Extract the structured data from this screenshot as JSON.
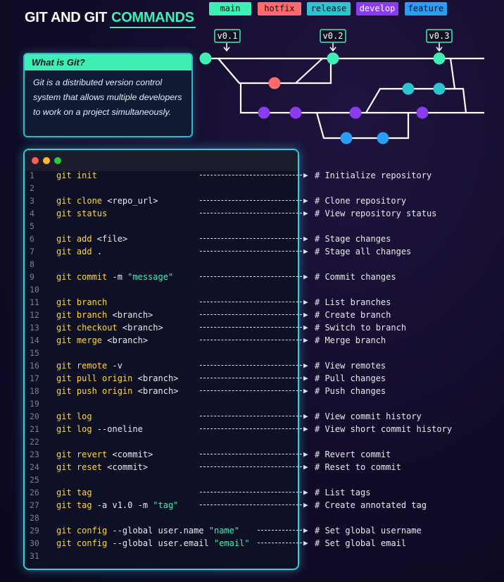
{
  "header": {
    "title_main": "GIT AND GIT",
    "title_highlight": "COMMANDS"
  },
  "branches": [
    {
      "label": "main",
      "color": "#3ff0b4"
    },
    {
      "label": "hotfix",
      "color": "#ff6b6b"
    },
    {
      "label": "release",
      "color": "#2ec4cf"
    },
    {
      "label": "develop",
      "color": "#8a3cf0"
    },
    {
      "label": "feature",
      "color": "#2a9df4"
    }
  ],
  "versions": [
    "v0.1",
    "v0.2",
    "v0.3"
  ],
  "info": {
    "heading": "What is Git?",
    "text": "Git is a distributed version control system that allows multiple developers to work on a project simultaneously."
  },
  "colors": {
    "main": "#3ff0b4",
    "hotfix": "#ff6b6b",
    "release": "#2ec4cf",
    "develop": "#8a3cf0",
    "feature": "#2a9df4",
    "keyword": "#ffd64a",
    "string": "#3ff0b4",
    "border": "#2fd0e0"
  },
  "terminal": {
    "dots": [
      "#ff5f57",
      "#febc2e",
      "#28c840"
    ],
    "rows": [
      {
        "n": "1",
        "kw": "git init",
        "arg": "",
        "str": "",
        "cmt": "# Initialize repository"
      },
      {
        "n": "2"
      },
      {
        "n": "3",
        "kw": "git clone",
        "arg": " <repo_url>",
        "str": "",
        "cmt": "# Clone repository"
      },
      {
        "n": "4",
        "kw": "git status",
        "arg": "",
        "str": "",
        "cmt": "# View repository status"
      },
      {
        "n": "5"
      },
      {
        "n": "6",
        "kw": "git add",
        "arg": " <file>",
        "str": "",
        "cmt": "# Stage changes"
      },
      {
        "n": "7",
        "kw": "git add",
        "arg": " .",
        "str": "",
        "cmt": "# Stage all changes"
      },
      {
        "n": "8"
      },
      {
        "n": "9",
        "kw": "git commit",
        "arg": " -m ",
        "str": "\"message\"",
        "cmt": "# Commit changes"
      },
      {
        "n": "10"
      },
      {
        "n": "11",
        "kw": "git branch",
        "arg": "",
        "str": "",
        "cmt": "# List branches"
      },
      {
        "n": "12",
        "kw": "git branch",
        "arg": " <branch>",
        "str": "",
        "cmt": "# Create branch"
      },
      {
        "n": "13",
        "kw": "git checkout",
        "arg": " <branch>",
        "str": "",
        "cmt": "# Switch to branch"
      },
      {
        "n": "14",
        "kw": "git merge",
        "arg": " <branch>",
        "str": "",
        "cmt": "# Merge branch"
      },
      {
        "n": "15"
      },
      {
        "n": "16",
        "kw": "git remote",
        "arg": " -v",
        "str": "",
        "cmt": "# View remotes"
      },
      {
        "n": "17",
        "kw": "git pull origin",
        "arg": " <branch>",
        "str": "",
        "cmt": "# Pull changes"
      },
      {
        "n": "18",
        "kw": "git push origin",
        "arg": " <branch>",
        "str": "",
        "cmt": "# Push changes"
      },
      {
        "n": "19"
      },
      {
        "n": "20",
        "kw": "git log",
        "arg": "",
        "str": "",
        "cmt": "# View commit history"
      },
      {
        "n": "21",
        "kw": "git log",
        "arg": " --oneline",
        "str": "",
        "cmt": "# View short commit history"
      },
      {
        "n": "22"
      },
      {
        "n": "23",
        "kw": "git revert",
        "arg": " <commit>",
        "str": "",
        "cmt": "# Revert commit"
      },
      {
        "n": "24",
        "kw": "git reset",
        "arg": " <commit>",
        "str": "",
        "cmt": "# Reset to commit"
      },
      {
        "n": "25"
      },
      {
        "n": "26",
        "kw": "git tag",
        "arg": "",
        "str": "",
        "cmt": "# List tags"
      },
      {
        "n": "27",
        "kw": "git tag",
        "arg": " -a v1.0 -m ",
        "str": "\"tag\"",
        "cmt": "# Create annotated tag"
      },
      {
        "n": "28"
      },
      {
        "n": "29",
        "kw": "git config",
        "arg": " --global user.name ",
        "str": "\"name\"",
        "cmt": "# Set global username"
      },
      {
        "n": "30",
        "kw": "git config",
        "arg": " --global user.email ",
        "str": "\"email\"",
        "cmt": "# Set global email"
      },
      {
        "n": "31"
      }
    ]
  }
}
